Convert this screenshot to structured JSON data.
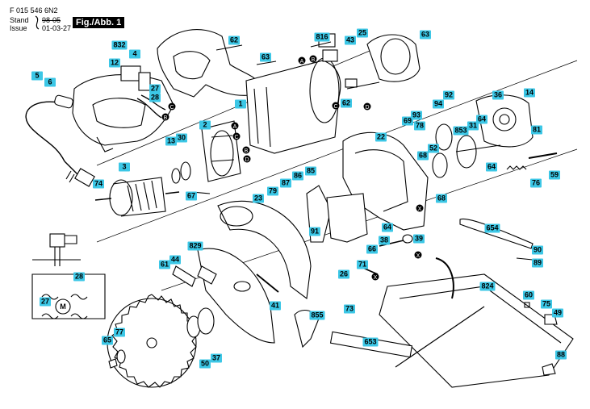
{
  "header": {
    "doc_number": "F 015 546 6N2",
    "stand_label": "Stand",
    "issue_label": "Issue",
    "stand_value": "98-05",
    "issue_value": "01-03-27",
    "figure_label": "Fig./Abb. 1"
  },
  "accent_color": "#3cc7e6",
  "parts": [
    "832",
    "12",
    "4",
    "62",
    "63",
    "816",
    "25",
    "43",
    "63",
    "5",
    "6",
    "27",
    "28",
    "1",
    "62",
    "92",
    "94",
    "93",
    "69",
    "78",
    "36",
    "14",
    "2",
    "30",
    "13",
    "853",
    "31",
    "64",
    "81",
    "22",
    "52",
    "68",
    "3",
    "64",
    "59",
    "76",
    "74",
    "67",
    "23",
    "79",
    "87",
    "86",
    "85",
    "68",
    "91",
    "64",
    "654",
    "39",
    "38",
    "66",
    "829",
    "44",
    "61",
    "28",
    "71",
    "90",
    "89",
    "26",
    "27",
    "41",
    "824",
    "60",
    "75",
    "49",
    "73",
    "855",
    "653",
    "77",
    "65",
    "37",
    "50",
    "88"
  ],
  "symbols": {
    "a": "A",
    "b": "B",
    "c": "C",
    "d": "D",
    "x": "X",
    "m": "M"
  }
}
